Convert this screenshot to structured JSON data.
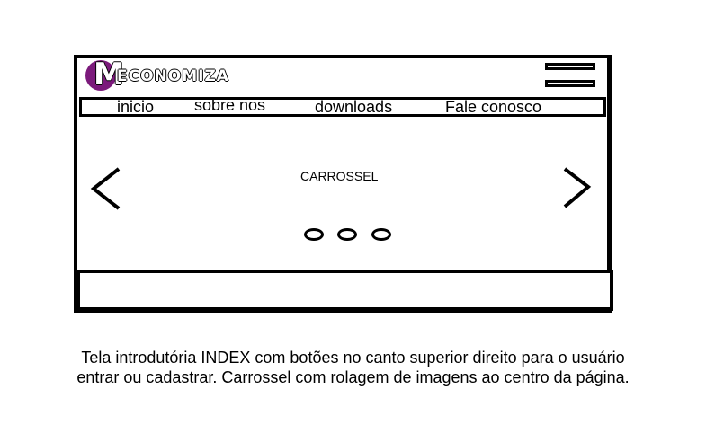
{
  "logo": {
    "initial": "M",
    "rest": "ECONOMIZA",
    "brand_color": "#7b1a7b"
  },
  "header_buttons": [
    {
      "icon": "menu-bar-icon"
    },
    {
      "icon": "menu-bar-icon"
    }
  ],
  "nav": {
    "items": [
      {
        "label": "inicio"
      },
      {
        "label": "sobre nos"
      },
      {
        "label": "downloads"
      },
      {
        "label": "Fale conosco"
      }
    ]
  },
  "carousel": {
    "label": "CARROSSEL",
    "prev_icon": "chevron-left-icon",
    "next_icon": "chevron-right-icon",
    "indicator_count": 3
  },
  "caption": {
    "line1": "Tela introdutória INDEX com botões no canto superior direito para o usuário",
    "line2": "entrar ou cadastrar. Carrossel com rolagem de imagens ao centro da página."
  }
}
